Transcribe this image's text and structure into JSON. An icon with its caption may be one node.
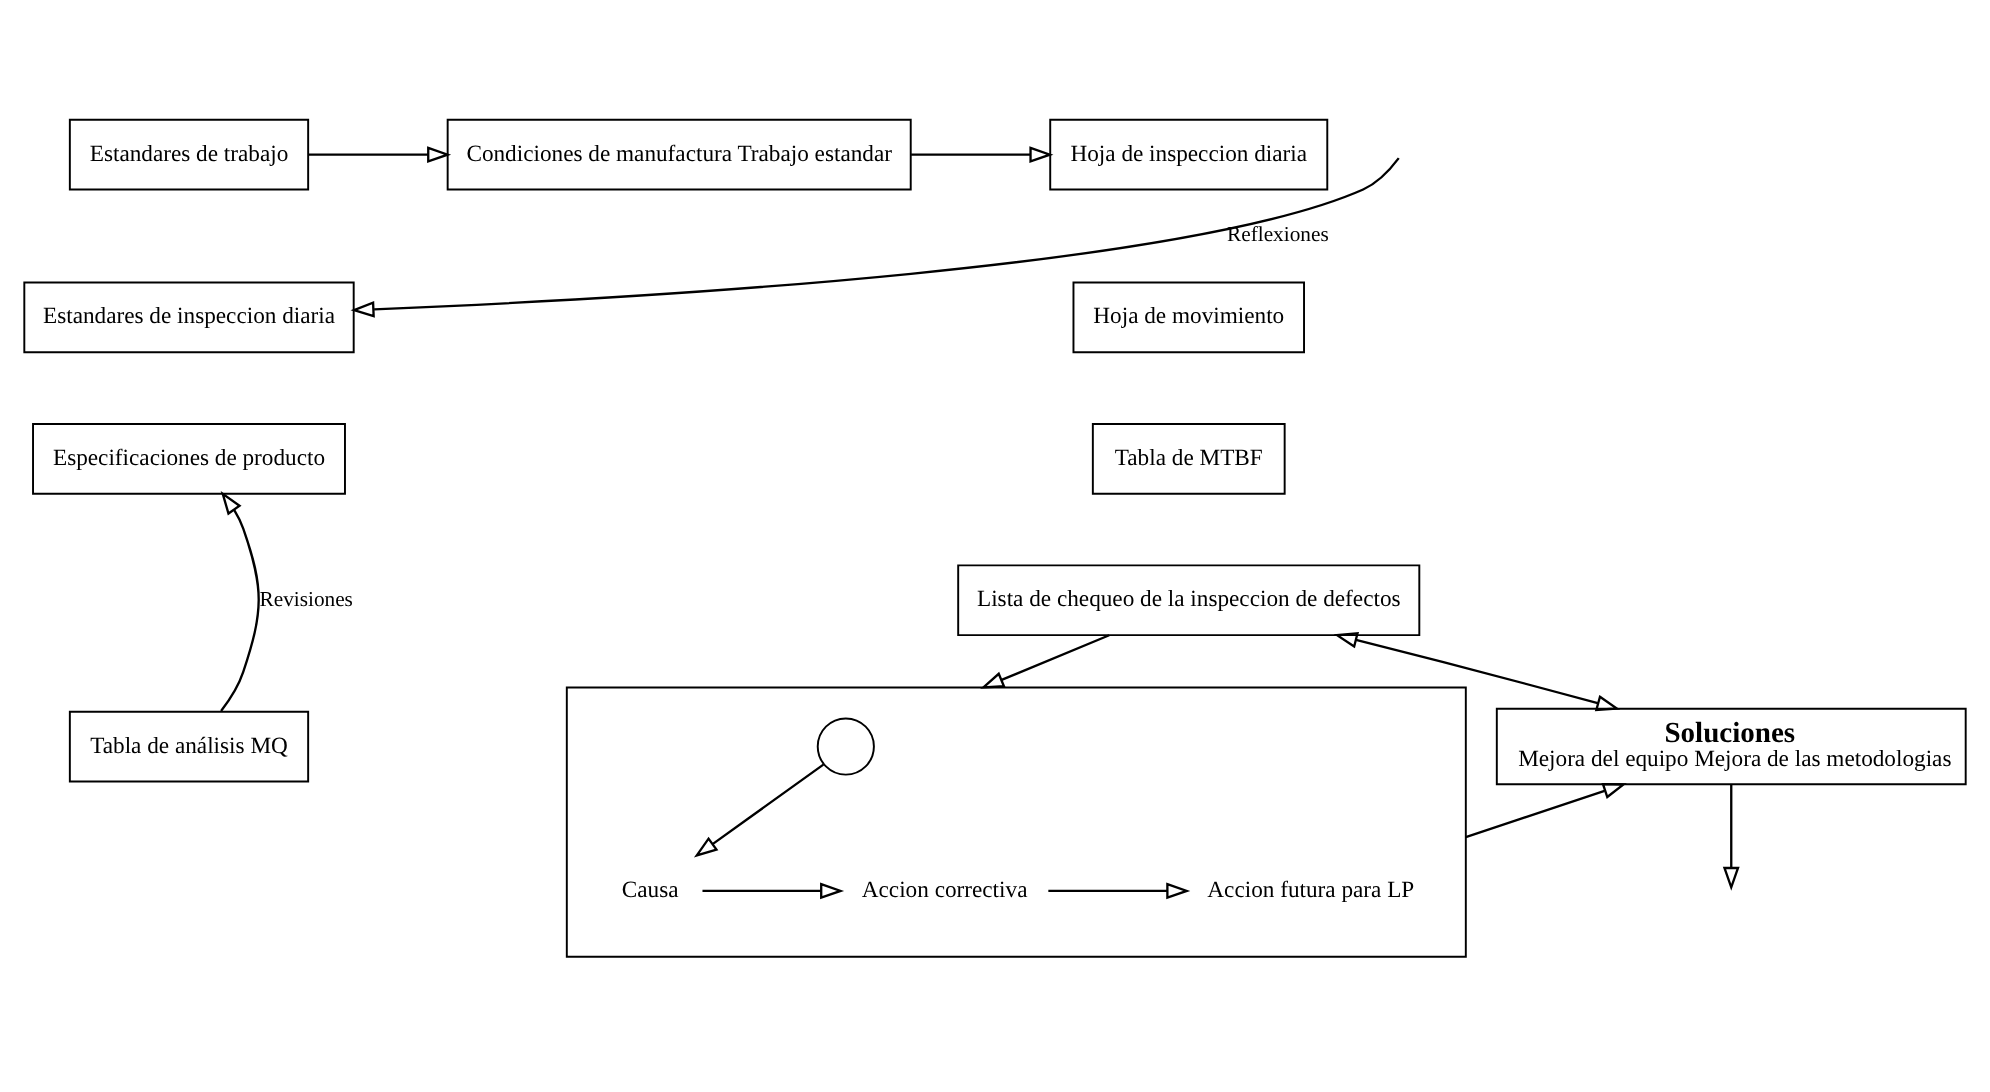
{
  "diagram": {
    "nodes": [
      {
        "text": [
          "Estandares de trabajo"
        ]
      },
      {
        "text": [
          "Estandares de inspeccion diaria"
        ]
      },
      {
        "text": [
          "Especificaciones de producto"
        ]
      },
      {
        "text": [
          "Condiciones de manufactura Trabajo estandar"
        ]
      },
      {
        "text": [
          "Hoja de inspeccion diaria"
        ]
      },
      {
        "text": [
          "Hoja de movimiento"
        ]
      },
      {
        "text": [
          "Tabla de MTBF"
        ]
      },
      {
        "text": [
          "Lista de chequeo de la inspeccion de defectos"
        ]
      },
      {
        "text": [
          "Tabla de análisis MQ"
        ]
      },
      {
        "text": [
          "Soluciones",
          "Mejora del equipo Mejora de las metodologias"
        ]
      },
      {
        "text": [],
        "shape": "box"
      },
      {
        "text": [],
        "shape": "circle",
        "in": 10
      },
      {
        "text": [
          "Causa"
        ],
        "in": 10
      },
      {
        "text": [
          "Accion correctiva"
        ],
        "in": 10
      },
      {
        "text": [
          "Accion futura para LP"
        ],
        "in": 10
      }
    ],
    "edges": [
      {
        "from": 0,
        "to": 3,
        "arrow": "to"
      },
      {
        "from": 3,
        "to": 4,
        "arrow": "to"
      },
      {
        "from": 8,
        "to": 2,
        "arrow": "to",
        "label": "Revisiones"
      },
      {
        "from": 9,
        "to": null,
        "arrow": "to"
      },
      {
        "from": null,
        "to": 1,
        "arrow": "to",
        "label": "Reflexiones"
      },
      {
        "from": 9,
        "to": 7,
        "arrow": "both"
      },
      {
        "from": 7,
        "to": 10,
        "arrow": "to"
      },
      {
        "from": 10,
        "to": 9,
        "arrow": "to"
      },
      {
        "from": 11,
        "to": 12,
        "arrow": "to"
      },
      {
        "from": 12,
        "to": 13,
        "arrow": "to"
      },
      {
        "from": 13,
        "to": 14,
        "arrow": "to"
      }
    ]
  }
}
